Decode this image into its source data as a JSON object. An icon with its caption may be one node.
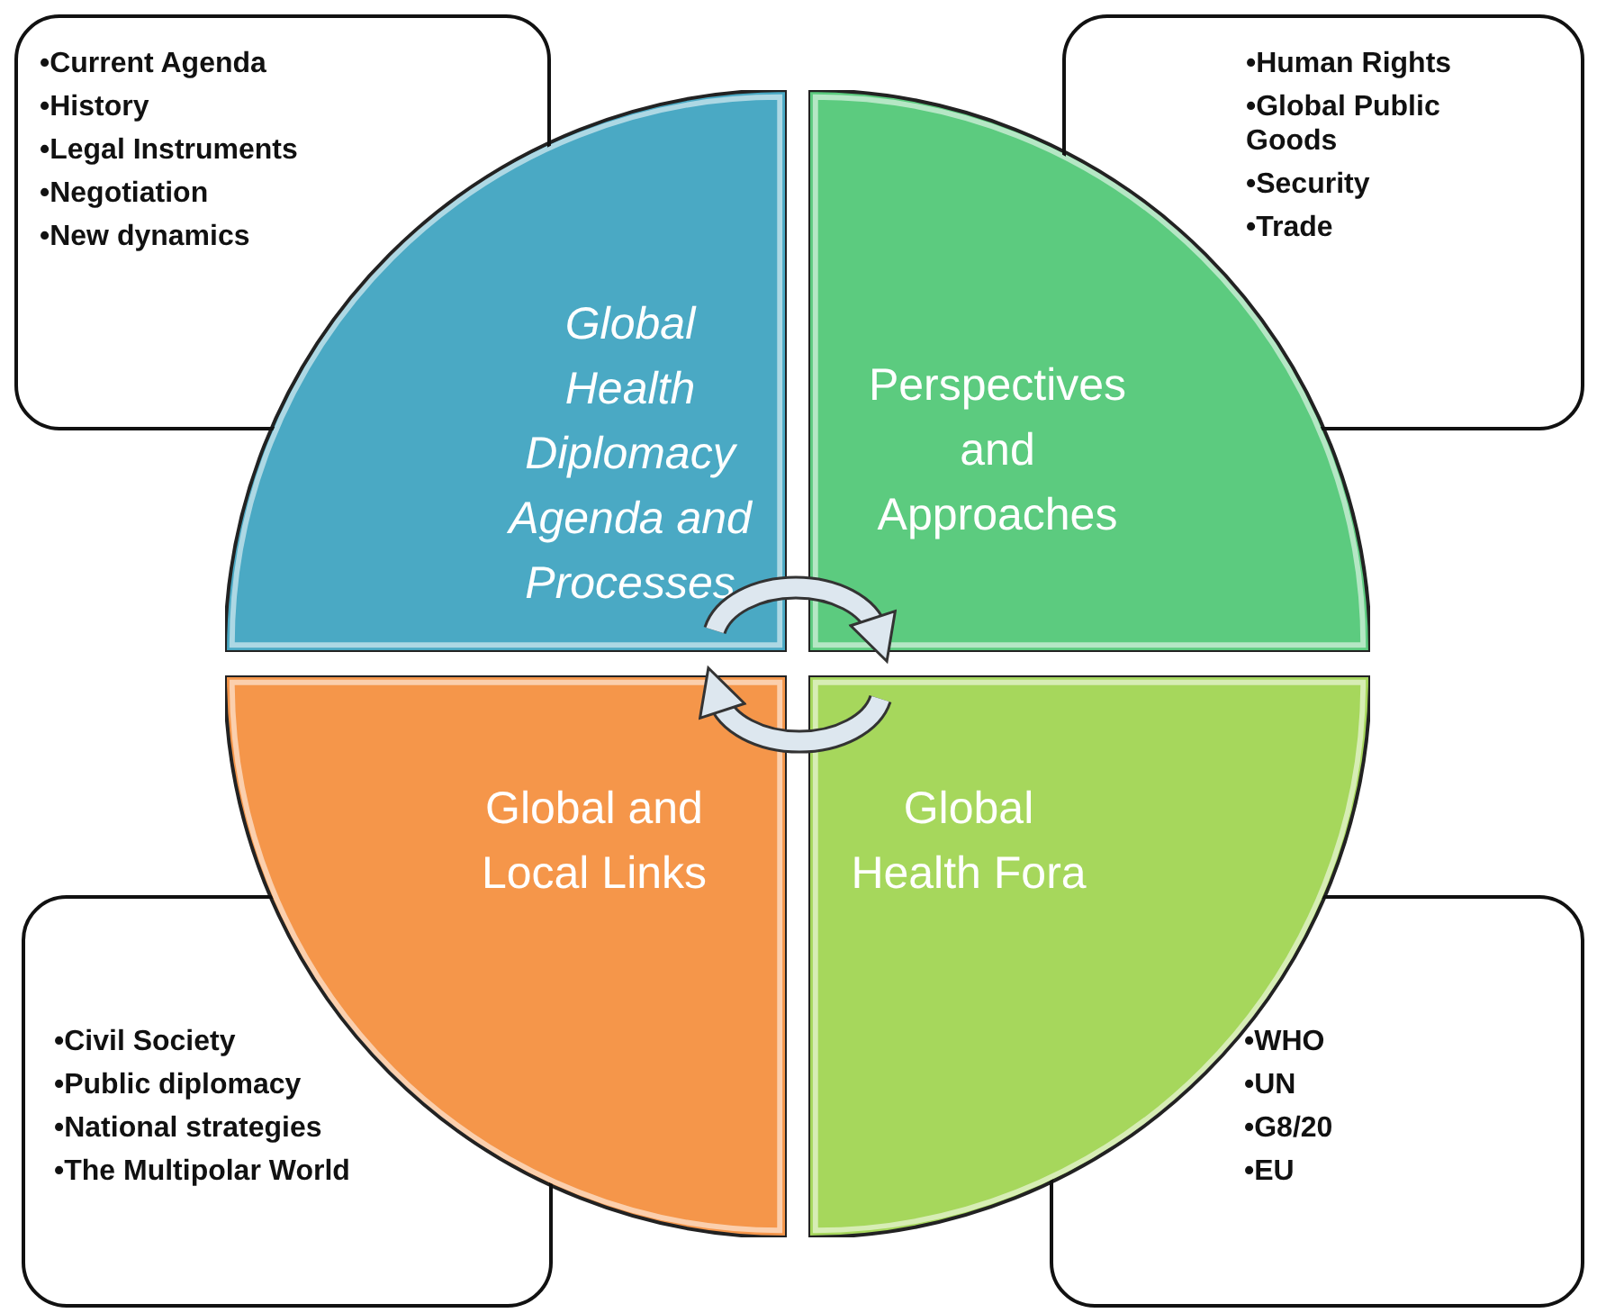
{
  "diagram": {
    "nodes": [
      {
        "text": [
          "Global Health Diplomacy Agenda and Processes"
        ]
      },
      {
        "text": [
          "Perspectives and Approaches"
        ]
      },
      {
        "text": [
          "Global and Local Links"
        ]
      },
      {
        "text": [
          "Global Health Fora"
        ]
      },
      {
        "text": [
          "•Current Agenda",
          "•History",
          "•Legal Instruments",
          "•Negotiation",
          "•New dynamics"
        ]
      },
      {
        "text": [
          "•Human Rights",
          "•Global Public Goods",
          "•Security",
          "•Trade"
        ]
      },
      {
        "text": [
          "•Civil Society",
          "•Public diplomacy",
          "•National strategies",
          "•The Multipolar World"
        ]
      },
      {
        "text": [
          "•WHO",
          "•UN",
          "•G8/20",
          "•EU"
        ]
      }
    ],
    "edges": [
      {
        "from": 0,
        "to": 1,
        "arrow": "to"
      },
      {
        "from": 3,
        "to": 2,
        "arrow": "to"
      }
    ]
  }
}
